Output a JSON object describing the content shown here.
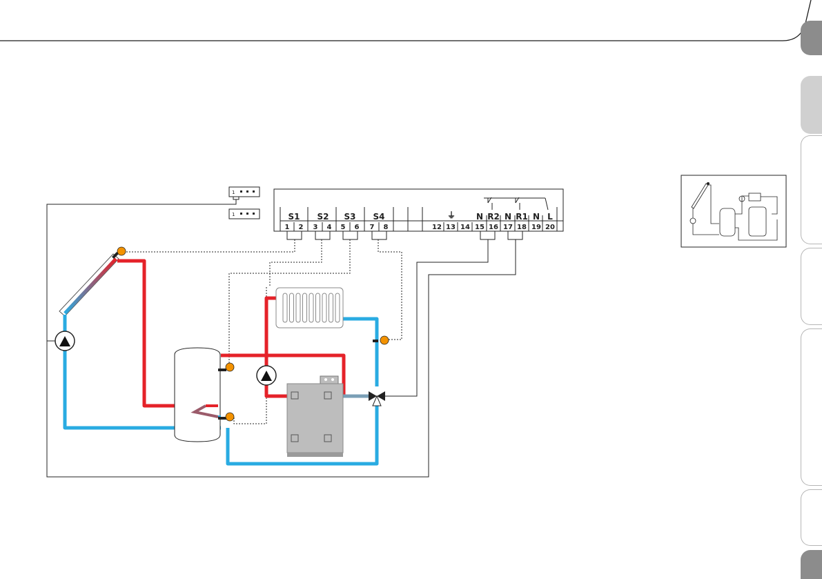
{
  "page": {
    "page_number": ""
  },
  "side_tabs": [
    {
      "state": "active"
    },
    {
      "state": "grey"
    },
    {
      "state": "blank"
    },
    {
      "state": "blank"
    },
    {
      "state": "blank"
    },
    {
      "state": "blank"
    }
  ],
  "controller": {
    "sensor_groups": [
      "S1",
      "S2",
      "S3",
      "S4"
    ],
    "relay_labels": [
      "N",
      "R2",
      "N",
      "R1",
      "N",
      "L"
    ],
    "terminals": [
      "1",
      "2",
      "3",
      "4",
      "5",
      "6",
      "7",
      "8",
      "12",
      "13",
      "14",
      "15",
      "16",
      "17",
      "18",
      "19",
      "20"
    ],
    "ground_symbol": "⏚",
    "connector_pins": [
      "1",
      "1"
    ]
  },
  "colors": {
    "hot_line": "#e52229",
    "cold_line": "#29abe2",
    "sensor": "#f39200",
    "boiler": "#bdbdbd",
    "wire": "#222222"
  },
  "icons": [
    "solar-collector-icon",
    "pump-icon",
    "storage-tank-icon",
    "radiator-icon",
    "boiler-icon",
    "three-way-valve-icon",
    "temperature-sensor-icon",
    "ground-icon"
  ]
}
